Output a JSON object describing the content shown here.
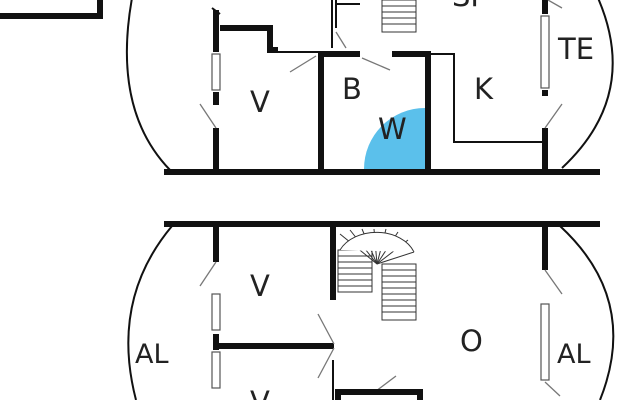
{
  "plan": {
    "upper_floor": {
      "rooms": {
        "sp": "SP",
        "te": "TE",
        "v": "V",
        "b": "B",
        "w": "W",
        "k": "K"
      },
      "colors": {
        "bath_fill": "#5bc0eb"
      }
    },
    "lower_floor": {
      "rooms": {
        "al_left": "AL",
        "v_top": "V",
        "v_bottom": "V",
        "o": "O",
        "al_right": "AL"
      }
    }
  }
}
